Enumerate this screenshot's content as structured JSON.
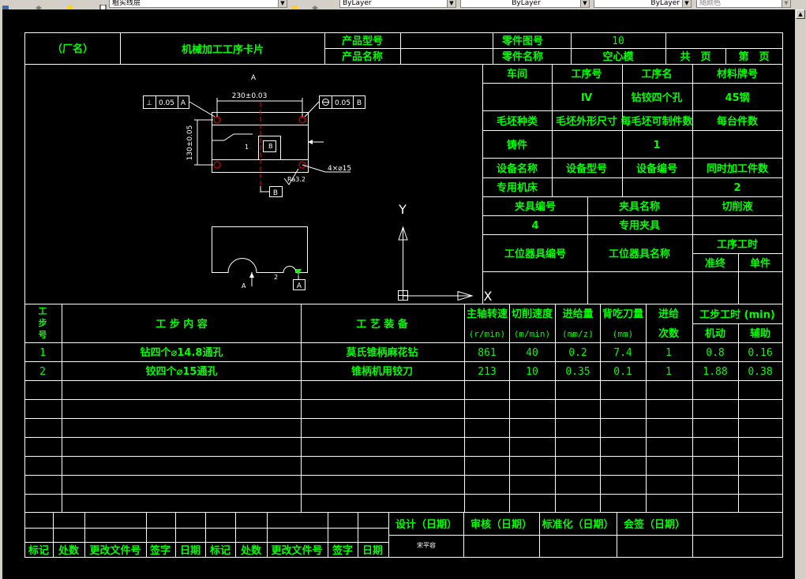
{
  "toolbar": {
    "layer_name": "粗实线层",
    "color_value": "ByLayer",
    "linetype_value": "ByLayer",
    "lineweight_value": "ByLayer",
    "plotstyle_value": "随颜色"
  },
  "header": {
    "factory": "（厂名）",
    "card_title": "机械加工工序卡片",
    "product_model_label": "产品型号",
    "product_name_label": "产品名称",
    "part_drawing_no_label": "零件图号",
    "part_drawing_no": "10",
    "part_name_label": "零件名称",
    "part_name": "空心模",
    "total_label": "共",
    "page_label": "页",
    "no_label": "第",
    "page_label2": "页"
  },
  "info": {
    "workshop_label": "车间",
    "process_no_label": "工序号",
    "process_name_label": "工序名",
    "material_label": "材料牌号",
    "process_no": "Ⅳ",
    "process_name": "钻铰四个孔",
    "material": "45钢",
    "blank_type_label": "毛坯种类",
    "blank_size_label": "毛坯外形尺寸",
    "per_blank_label": "每毛坯可制件数",
    "per_unit_label": "每台件数",
    "blank_type": "铸件",
    "per_blank": "1",
    "equip_name_label": "设备名称",
    "equip_model_label": "设备型号",
    "equip_no_label": "设备编号",
    "simul_label": "同时加工件数",
    "equip_name": "专用机床",
    "simul": "2",
    "fixture_no_label": "夹具编号",
    "fixture_name_label": "夹具名称",
    "coolant_label": "切削液",
    "fixture_no": "4",
    "fixture_name": "专用夹具",
    "tool_no_label": "工位器具编号",
    "tool_name_label": "工位器具名称",
    "time_label": "工序工时",
    "prep_label": "准终",
    "unit_label": "单件"
  },
  "steps": {
    "step_label_chars": [
      "工",
      "步",
      "号"
    ],
    "content_label": "工 步 内 容",
    "equipment_label": "工 艺 装 备",
    "col_speed": "主轴转速",
    "col_speed_unit": "(r/min)",
    "col_cut": "切削速度",
    "col_cut_unit": "(m/min)",
    "col_feed": "进给量",
    "col_feed_unit": "(mm/z)",
    "col_depth": "背吃刀量",
    "col_depth_unit": "(mm)",
    "col_pass": "进给",
    "col_pass_unit": "次数",
    "col_time": "工步工时 (min)",
    "col_machine": "机动",
    "col_aux": "辅助",
    "rows": [
      {
        "no": "1",
        "content": "钻四个⌀14.8通孔",
        "equipment": "莫氏锥柄麻花钻",
        "speed": "861",
        "cut": "40",
        "feed": "0.2",
        "depth": "7.4",
        "pass": "1",
        "machine": "0.8",
        "aux": "0.16"
      },
      {
        "no": "2",
        "content": "铰四个⌀15通孔",
        "equipment": "锥柄机用铰刀",
        "speed": "213",
        "cut": "10",
        "feed": "0.35",
        "depth": "0.1",
        "pass": "1",
        "machine": "1.88",
        "aux": "0.38"
      }
    ]
  },
  "footer": {
    "mark": "标记",
    "count": "处数",
    "doc": "更改文件号",
    "sign": "签字",
    "date": "日期",
    "design": "设计（日期）",
    "review": "审核（日期）",
    "standard": "标准化（日期）",
    "countersign": "会签（日期）",
    "designer": "宋平容"
  },
  "drawing": {
    "top_mark": "A",
    "dim_horizontal": "230±0.03",
    "dim_vertical": "130±0.05",
    "perp_tol": "0.05",
    "perp_datum": "A",
    "pos_tol": "0.05",
    "pos_datum": "B",
    "hole_callout": "4×⌀15",
    "roughness": "Ra3.2",
    "datum_b": "B",
    "datum_a": "A",
    "section_mark": "A",
    "section_num": "1",
    "section_num2": "2",
    "ucs_y": "Y",
    "ucs_x": "X"
  },
  "colors": {
    "background": "#000000",
    "text": "#00ff00",
    "lines": "#ffffff",
    "centerline": "#ff0000",
    "hole_marker": "#ff0000"
  }
}
